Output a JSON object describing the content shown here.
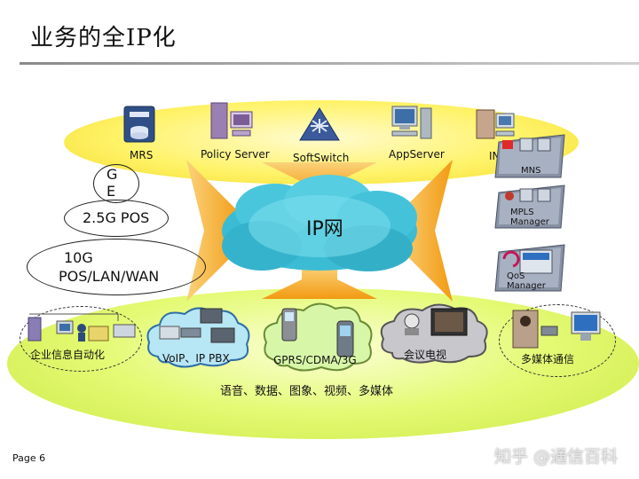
{
  "title": "业务的全IP化",
  "top_services": [
    {
      "label": "MRS",
      "icon": "mrs-server-icon"
    },
    {
      "label": "Policy Server",
      "icon": "policy-server-icon"
    },
    {
      "label": "SoftSwitch",
      "icon": "softswitch-icon"
    },
    {
      "label": "AppServer",
      "icon": "app-server-icon"
    },
    {
      "label": "IN",
      "icon": "in-server-icon"
    }
  ],
  "transport": {
    "ge_line1": "G",
    "ge_line2": "E",
    "pos": "2.5G POS",
    "tenG_line1": "10G",
    "tenG_line2": "POS/LAN/WAN"
  },
  "core": {
    "label": "IP网"
  },
  "management": [
    {
      "label_line1": "MNS",
      "label_line2": ""
    },
    {
      "label_line1": "MPLS",
      "label_line2": "Manager"
    },
    {
      "label_line1": "QoS",
      "label_line2": "Manager"
    }
  ],
  "access": {
    "enterprise": "企业信息自动化",
    "voip": "VoIP、IP PBX",
    "gprs": "GPRS/CDMA/3G",
    "video_conf": "会议电视",
    "multimedia": "多媒体通信"
  },
  "caption": "语音、数据、图象、视频、多媒体",
  "page": "Page 6",
  "watermark": "知乎 @通信百科",
  "colors": {
    "top_band": "#fff36a",
    "bottom_band": "#e4fa74",
    "arrow": "#f5a020",
    "cloud": "#4cc7dc"
  }
}
